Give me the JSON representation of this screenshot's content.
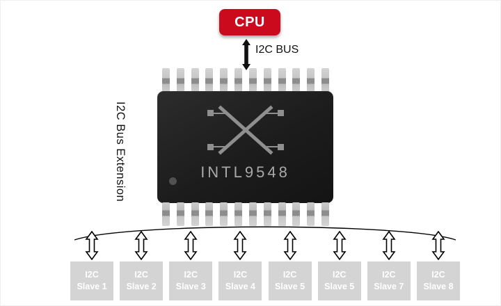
{
  "cpu": {
    "label": "CPU"
  },
  "bus": {
    "label": "I2C BUS"
  },
  "chip": {
    "label": "INTL9548",
    "side_label": "I2C Bus Extension"
  },
  "slaves": [
    {
      "line1": "I2C",
      "line2": "Slave 1"
    },
    {
      "line1": "I2C",
      "line2": "Slave 2"
    },
    {
      "line1": "I2C",
      "line2": "Slave 3"
    },
    {
      "line1": "I2C",
      "line2": "Slave 4"
    },
    {
      "line1": "I2C",
      "line2": "Slave 5"
    },
    {
      "line1": "I2C",
      "line2": "Slave 5"
    },
    {
      "line1": "I2C",
      "line2": "Slave 7"
    },
    {
      "line1": "I2C",
      "line2": "Slave 8"
    }
  ],
  "colors": {
    "cpu_bg": "#cc0a1e",
    "cpu_text": "#ffffff",
    "chip_text": "#a9a9a9",
    "slave_bg": "#d4d4d4",
    "slave_text": "#ffffff",
    "line": "#000000"
  }
}
